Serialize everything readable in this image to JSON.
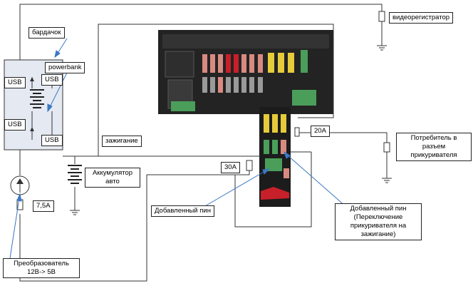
{
  "labels": {
    "glovebox": "бардачок",
    "powerbank": "powerbank",
    "usb_in_top": "USB",
    "usb_out_top": "USB",
    "usb_in_bottom": "USB",
    "usb_out_bottom": "USB",
    "dashcam": "видеорегистратор",
    "ignition": "зажигание",
    "battery": "Аккумулятор авто",
    "fuse_main": "20A",
    "fuse_added": "30A",
    "fuse_converter": "7,5A",
    "consumer": "Потребитель в разъем прикуривателя",
    "added_pin": "Добавленный пин",
    "added_pin_switch": "Добавленный пин (Переключение прикуривателя на зажигание)",
    "converter": "Преобразователь 12В-> 5В"
  },
  "colors": {
    "wire": "#333333",
    "arrow": "#3a78c2",
    "panel_bg": "#e4e9f2",
    "fusebox_dark": "#1c1c1c",
    "fuse_pink": "#d98a80",
    "fuse_red": "#c8202a",
    "fuse_yellow": "#e6cb3a",
    "fuse_green": "#4a9e5a"
  }
}
